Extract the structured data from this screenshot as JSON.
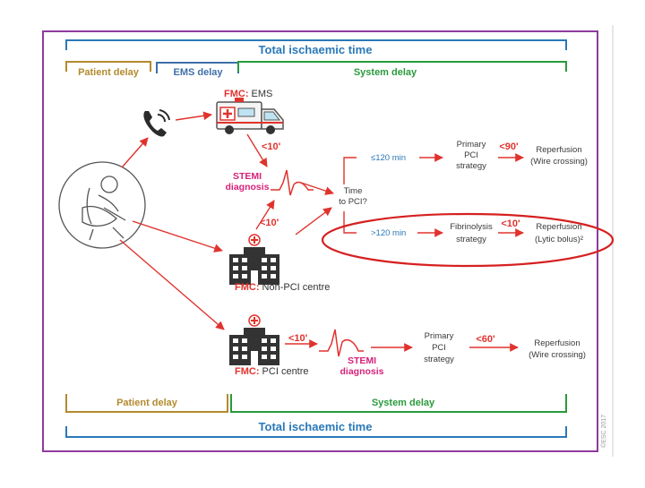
{
  "top": {
    "total_time": "Total ischaemic time",
    "patient_delay": "Patient delay",
    "ems_delay": "EMS delay",
    "system_delay": "System delay"
  },
  "bottom": {
    "patient_delay": "Patient delay",
    "system_delay": "System delay",
    "total_time": "Total ischaemic time"
  },
  "fmc_ems": {
    "prefix": "FMC:",
    "suffix": " EMS"
  },
  "fmc_non_pci": {
    "prefix": "FMC:",
    "suffix": " Non-PCI centre"
  },
  "fmc_pci": {
    "prefix": "FMC:",
    "suffix": " PCI centre"
  },
  "stemi_top": {
    "line1": "STEMI",
    "line2": "diagnosis"
  },
  "stemi_bottom": {
    "line1": "STEMI",
    "line2": "diagnosis"
  },
  "time_labels": {
    "ems_to_dx": "<10'",
    "non_pci_to_dx": "<10'",
    "pci_to_dx": "<10'",
    "primary_top": "<90'",
    "fibrinolysis": "<10'",
    "primary_bottom": "<60'"
  },
  "time_to_pci": {
    "line1": "Time",
    "line2": "to PCI?"
  },
  "branches": {
    "le120": "≤120 min",
    "gt120": ">120 min"
  },
  "strategies": {
    "primary_top": [
      "Primary",
      "PCI",
      "strategy"
    ],
    "fibrinolysis": [
      "Fibrinolysis",
      "strategy"
    ],
    "primary_bottom": [
      "Primary",
      "PCI",
      "strategy"
    ]
  },
  "reperfusion": {
    "top": [
      "Reperfusion",
      "(Wire crossing)"
    ],
    "lytic": [
      "Reperfusion",
      "(Lytic bolus)²"
    ],
    "bottom": [
      "Reperfusion",
      "(Wire crossing)"
    ]
  },
  "copyright": "©ESC 2017",
  "colors": {
    "frame": "#8e3a9e",
    "bracket_blue": "#2a78b8",
    "patient_gold": "#b38a2e",
    "ems_blue": "#3f6fa8",
    "system_green": "#2a9a3c",
    "arrow_red": "#e0332e",
    "stemi_magenta": "#d6227a",
    "highlight_ellipse": "#d62020"
  },
  "icons": [
    "phone-icon",
    "ambulance-icon",
    "patient-icon",
    "hospital-icon",
    "ecg-icon"
  ]
}
